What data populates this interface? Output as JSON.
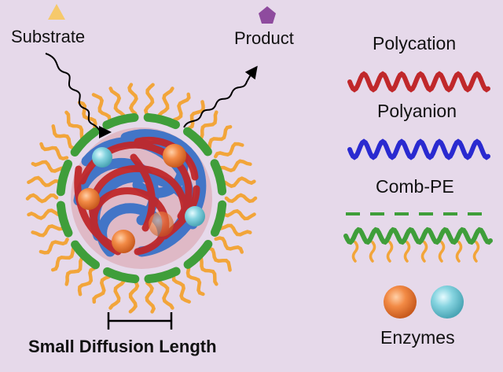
{
  "labels": {
    "substrate": "Substrate",
    "product": "Product",
    "polycation": "Polycation",
    "polyanion": "Polyanion",
    "comb_pe": "Comb-PE",
    "enzymes": "Enzymes",
    "diffusion": "Small Diffusion Length"
  },
  "colors": {
    "background": "#e6d9ea",
    "polycation": "#c0282b",
    "polyanion": "#2a2ad0",
    "comb_backbone": "#3f9e3a",
    "comb_side_chains": "#f2a53a",
    "substrate_triangle": "#f6c96b",
    "product_pentagon": "#8e4b9e",
    "enzyme_orange": "#f07a35",
    "enzyme_cyan": "#6cc7d6"
  },
  "icons": [
    "substrate-triangle-icon",
    "product-pentagon-icon",
    "wavy-arrow-icon"
  ]
}
